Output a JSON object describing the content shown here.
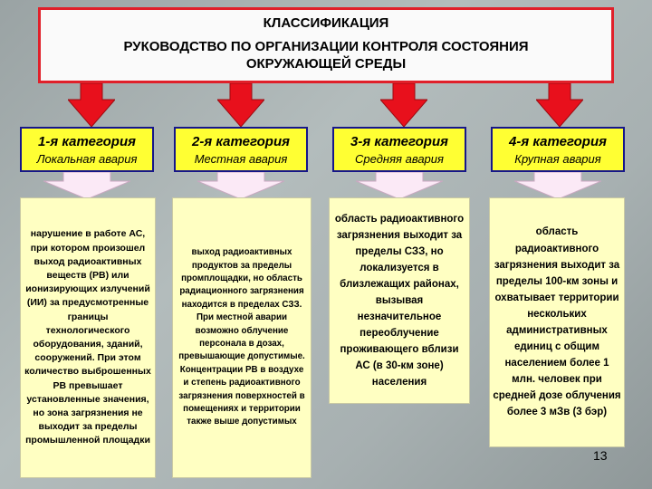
{
  "title": {
    "line1": "КЛАССИФИКАЦИЯ",
    "line2": "РУКОВОДСТВО ПО ОРГАНИЗАЦИИ КОНТРОЛЯ СОСТОЯНИЯ ОКРУЖАЮЩЕЙ СРЕДЫ"
  },
  "categories": [
    {
      "title": "1-я категория",
      "subtitle": "Локальная авария",
      "description": "нарушение в работе АС, при котором произошел выход радиоактивных веществ (РВ) или ионизирующих излучений (ИИ) за предусмотренные границы технологического оборудования, зданий, сооружений. При этом количество выброшенных РВ превышает установленные значения, но зона загрязнения не выходит за пределы промышленной площадки"
    },
    {
      "title": "2-я категория",
      "subtitle": "Местная авария",
      "description": "выход радиоактивных продуктов за пределы промплощадки, но область радиационного загрязнения находится в пределах СЗЗ. При местной аварии возможно облучение персонала в дозах, превышающие допустимые. Концентрации РВ в воздухе и степень радиоактивного загрязнения поверхностей в помещениях и территории также выше допустимых"
    },
    {
      "title": "3-я категория",
      "subtitle": "Средняя авария",
      "description": "область радиоактивного загрязнения выходит за пределы СЗЗ, но локализуется в близлежащих районах, вызывая незначительное переоблучение проживающего вблизи АС (в 30-км зоне) населения"
    },
    {
      "title": "4-я категория",
      "subtitle": "Крупная авария",
      "description": "область радиоактивного загрязнения выходит за пределы 100-км зоны и охватывает территории нескольких административных единиц с общим населением более 1 млн. человек при средней дозе облучения более 3 мЗв (3 бэр)"
    }
  ],
  "page_number": "13",
  "colors": {
    "title_border": "#e0202a",
    "arrow_red": "#e8101c",
    "category_fill": "#ffff33",
    "category_border": "#16168a",
    "description_fill": "#ffffc2"
  }
}
